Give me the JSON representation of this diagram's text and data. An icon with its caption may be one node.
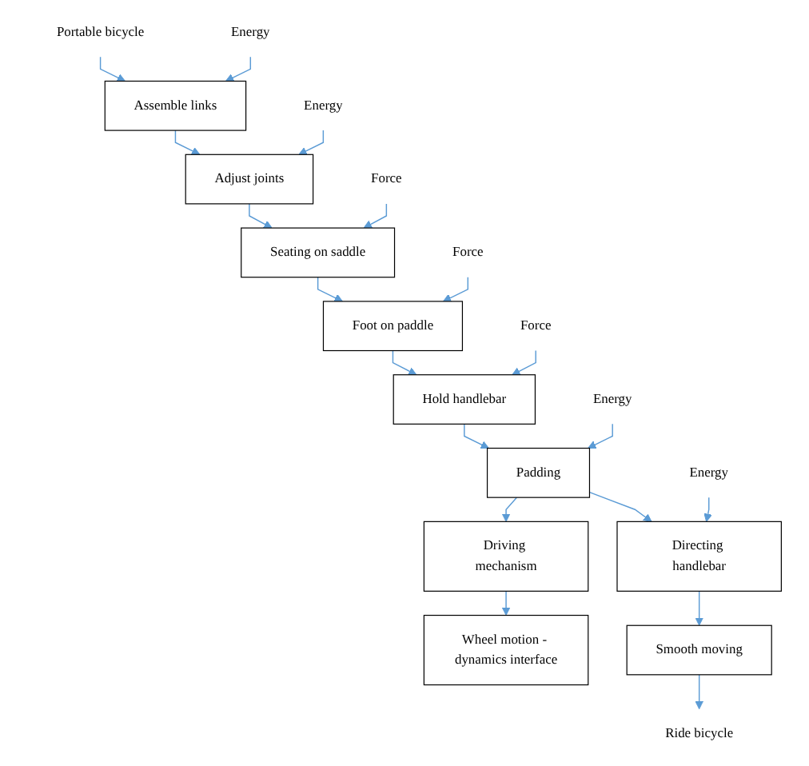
{
  "diagram": {
    "nodes": [
      {
        "text": [
          "Portable bicycle"
        ]
      },
      {
        "text": [
          "Assemble links"
        ]
      },
      {
        "text": [
          "Energy"
        ]
      },
      {
        "text": [
          "Adjust joints"
        ]
      },
      {
        "text": [
          "Energy"
        ]
      },
      {
        "text": [
          "Seating on saddle"
        ]
      },
      {
        "text": [
          "Force"
        ]
      },
      {
        "text": [
          "Foot on paddle"
        ]
      },
      {
        "text": [
          "Force"
        ]
      },
      {
        "text": [
          "Hold handlebar"
        ]
      },
      {
        "text": [
          "Force"
        ]
      },
      {
        "text": [
          "Wheel motion - dynamics interface"
        ]
      },
      {
        "text": [
          "Driving mechanism"
        ]
      },
      {
        "text": [
          "Padding"
        ]
      },
      {
        "text": [
          "Energy"
        ]
      },
      {
        "text": [
          "Directing handlebar"
        ]
      },
      {
        "text": [
          "Energy"
        ]
      },
      {
        "text": [
          "Smooth moving"
        ]
      },
      {
        "text": [
          "Ride bicycle"
        ]
      }
    ],
    "edges": [
      {
        "from": 0,
        "to": 1,
        "arrow": "to"
      },
      {
        "from": 2,
        "to": 1,
        "arrow": "to"
      },
      {
        "from": 1,
        "to": 3,
        "arrow": "to"
      },
      {
        "from": 4,
        "to": 3,
        "arrow": "to"
      },
      {
        "from": 3,
        "to": 5,
        "arrow": "to"
      },
      {
        "from": 6,
        "to": 5,
        "arrow": "to"
      },
      {
        "from": 5,
        "to": 7,
        "arrow": "to"
      },
      {
        "from": 8,
        "to": 7,
        "arrow": "to"
      },
      {
        "from": 7,
        "to": 9,
        "arrow": "to"
      },
      {
        "from": 10,
        "to": 9,
        "arrow": "to"
      },
      {
        "from": 9,
        "to": 13,
        "arrow": "to"
      },
      {
        "from": 14,
        "to": 13,
        "arrow": "to"
      },
      {
        "from": 13,
        "to": 12,
        "arrow": "to"
      },
      {
        "from": 12,
        "to": 11,
        "arrow": "to"
      },
      {
        "from": 13,
        "to": 15,
        "arrow": "to"
      },
      {
        "from": 16,
        "to": 15,
        "arrow": "to"
      },
      {
        "from": 15,
        "to": 17,
        "arrow": "to"
      },
      {
        "from": 17,
        "to": 18,
        "arrow": "to"
      }
    ]
  }
}
